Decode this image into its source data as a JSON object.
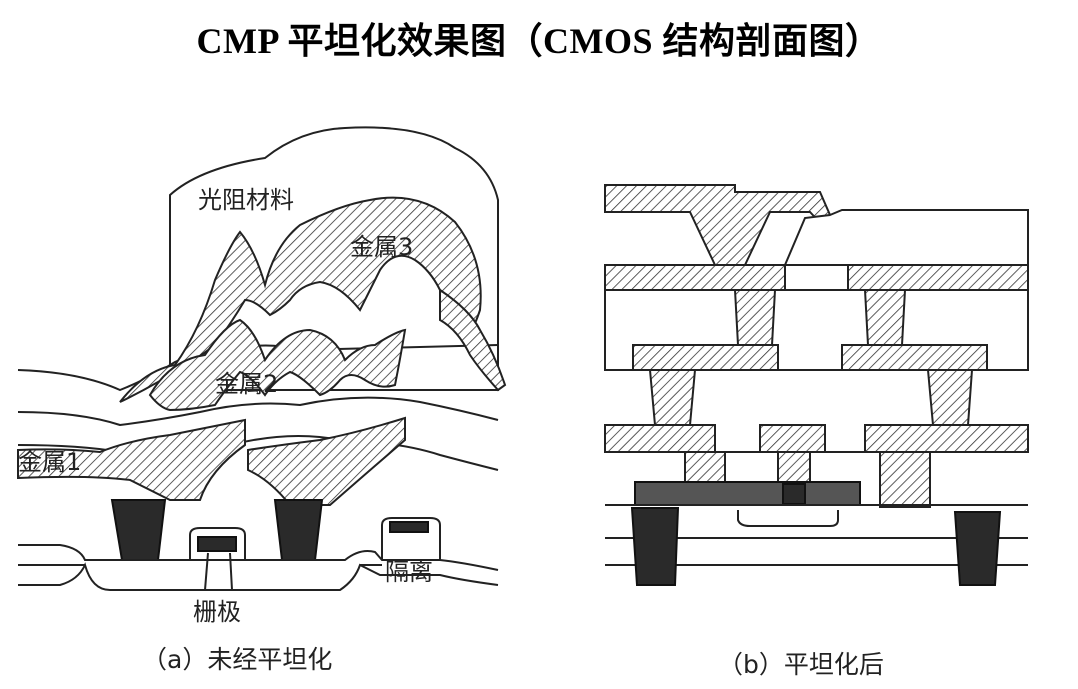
{
  "title": "CMP 平坦化效果图（CMOS 结构剖面图）",
  "panel_a": {
    "caption": "（a）未经平坦化",
    "labels": {
      "photoresist": "光阻材料",
      "metal3": "金属3",
      "metal2": "金属2",
      "metal1": "金属1",
      "isolation": "隔离",
      "gate": "栅极"
    }
  },
  "panel_b": {
    "caption": "（b）平坦化后"
  }
}
